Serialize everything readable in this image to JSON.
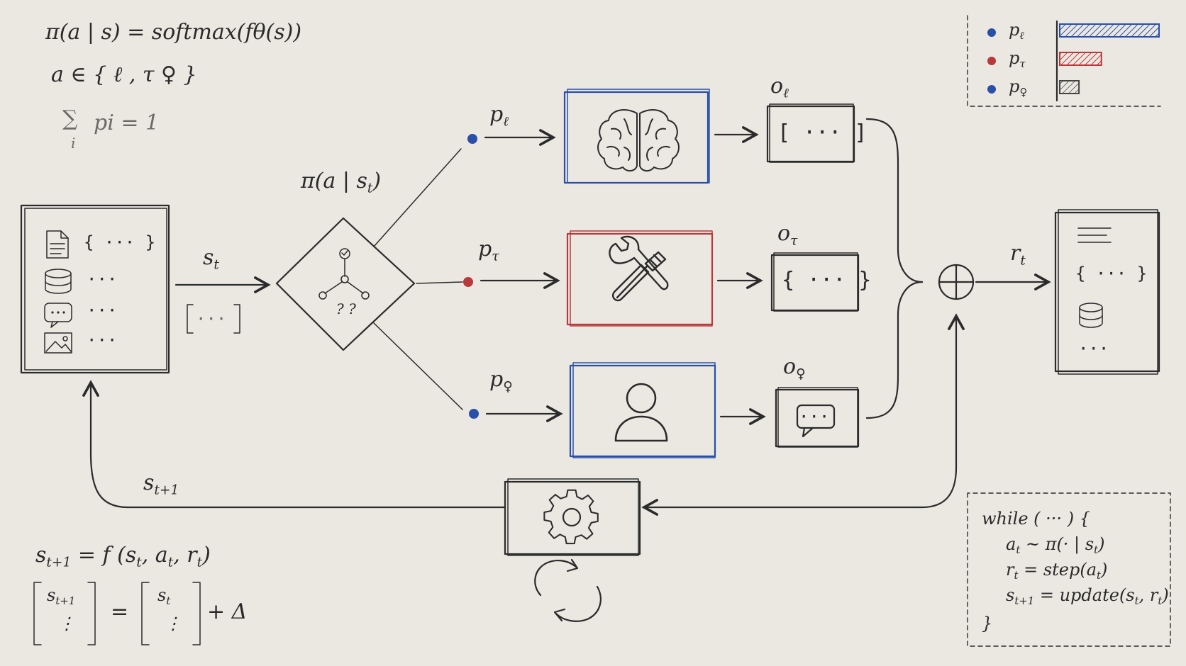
{
  "formulas": {
    "policy": "π(a | s) = softmax(fθ(s))",
    "action_set": "a ∈ { ℓ , τ  ♀ }",
    "sum_prefix": "∑",
    "sum_index": "i",
    "sum_body": "pi = 1"
  },
  "state": {
    "label": "s",
    "label_sub": "t",
    "rows": [
      "{ ··· }",
      "···",
      "···",
      "···"
    ],
    "placeholder": "[ ··· ]"
  },
  "policy_node": {
    "label": "π(a | s",
    "label_sub": "t",
    "label_close": ")",
    "glyph": "? ?"
  },
  "branches": [
    {
      "p": "p",
      "p_sub": "ℓ",
      "o": "o",
      "o_sub": "ℓ",
      "o_content": "[ ··· ]",
      "icon": "brain-icon",
      "color": "#2a4fa8"
    },
    {
      "p": "p",
      "p_sub": "τ",
      "o": "o",
      "o_sub": "τ",
      "o_content": "{ ··· }",
      "icon": "tools-icon",
      "color": "#b8383b"
    },
    {
      "p": "p",
      "p_sub": "♀",
      "o": "o",
      "o_sub": "♀",
      "o_content": "···",
      "icon": "person-icon",
      "color": "#2a4fa8"
    }
  ],
  "reward": {
    "label": "r",
    "label_sub": "t",
    "combine_icon": "circle-plus-icon"
  },
  "next_state": {
    "label": "s",
    "label_sub": "t+1"
  },
  "legend": {
    "items": [
      {
        "label": "p",
        "label_sub": "ℓ",
        "color": "#2a4fa8",
        "value": 0.62
      },
      {
        "label": "p",
        "label_sub": "τ",
        "color": "#b8383b",
        "value": 0.26
      },
      {
        "label": "p",
        "label_sub": "♀",
        "color": "#2a4fa8",
        "value": 0.12
      }
    ]
  },
  "update": {
    "line1": "s",
    "line1_sub": "t+1",
    "line1_rest": " = f (s",
    "line1_s_sub": "t",
    "line1_mid": ", a",
    "line1_a_sub": "t",
    "line1_mid2": ", r",
    "line1_r_sub": "t",
    "line1_end": ")",
    "matrix_left_top": "s",
    "matrix_left_top_sub": "t+1",
    "matrix_dots": "⋮",
    "equals": "=",
    "matrix_right_top": "s",
    "matrix_right_top_sub": "t",
    "plus_delta": "+ Δ"
  },
  "code": {
    "line1": "while ( ··· ) {",
    "line2": "a",
    "line2_sub": "t",
    "line2_rest": " ~ π(· | s",
    "line2_s_sub": "t",
    "line2_end": ")",
    "line3": "r",
    "line3_sub": "t",
    "line3_rest": " = step(a",
    "line3_a_sub": "t",
    "line3_end": ")",
    "line4": "s",
    "line4_sub": "t+1",
    "line4_rest": " = update(s",
    "line4_s_sub": "t",
    "line4_mid": ", r",
    "line4_r_sub": "t",
    "line4_end": ")",
    "line5": "}"
  },
  "output_doc": {
    "rows": [
      "{ ··· }",
      "···"
    ]
  }
}
